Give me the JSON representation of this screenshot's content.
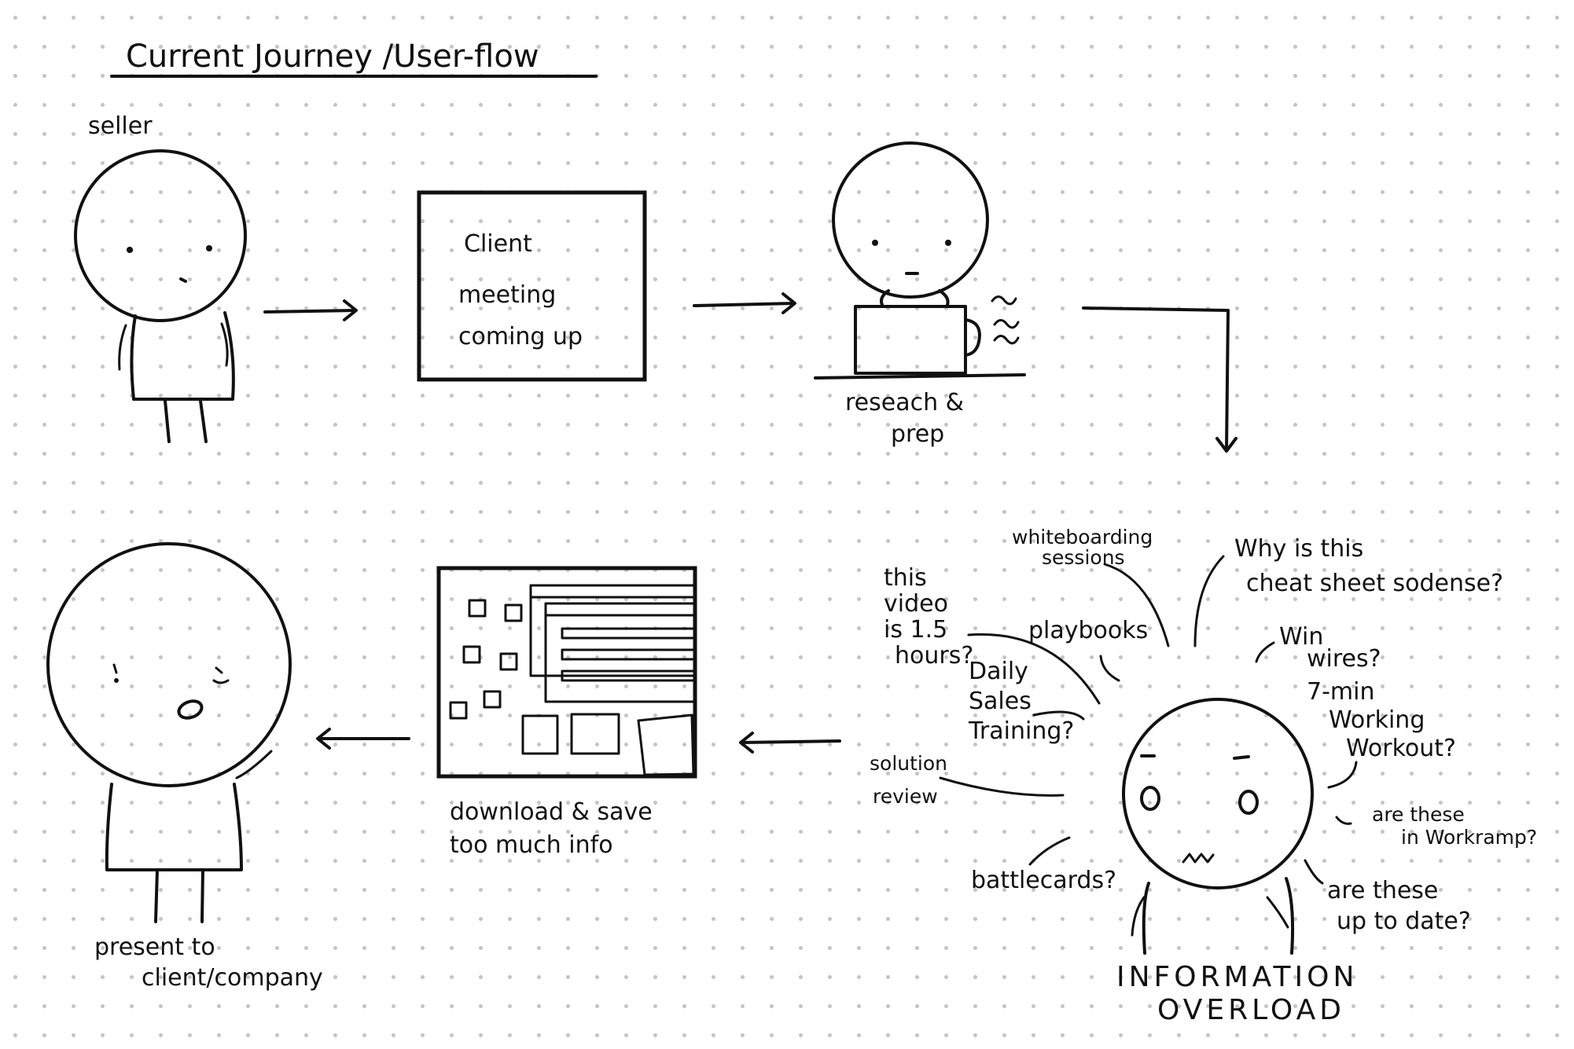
{
  "title": "Current Journey /User-flow",
  "steps": {
    "seller": {
      "label": "seller"
    },
    "meeting": {
      "line1": "Client",
      "line2": "meeting",
      "line3": "coming up"
    },
    "research": {
      "line1": "reseach &",
      "line2": "prep"
    },
    "overload": {
      "line1": "INFORMATION",
      "line2": "OVERLOAD"
    },
    "download": {
      "line1": "download & save",
      "line2": "too much info"
    },
    "present": {
      "line1": "present to",
      "line2": "client/company"
    }
  },
  "thoughts": {
    "whiteboarding": {
      "line1": "whiteboarding",
      "line2": "sessions"
    },
    "cheat_sheet": {
      "line1": "Why is this",
      "line2": "cheat sheet sodense?"
    },
    "video": {
      "line1": "this",
      "line2": "video",
      "line3": "is 1.5",
      "line4": "hours?"
    },
    "playbooks": {
      "line1": "playbooks"
    },
    "win_wires": {
      "line1": "Win",
      "line2": "wires?"
    },
    "daily_sales": {
      "line1": "Daily",
      "line2": "Sales",
      "line3": "Training?"
    },
    "workout": {
      "line1": "7-min",
      "line2": "Working",
      "line3": "Workout?"
    },
    "solution_review": {
      "line1": "solution",
      "line2": "review"
    },
    "workramp": {
      "line1": "are these",
      "line2": "in Workramp?"
    },
    "battlecards": {
      "line1": "battlecards?"
    },
    "up_to_date": {
      "line1": "are these",
      "line2": "up to date?"
    }
  }
}
